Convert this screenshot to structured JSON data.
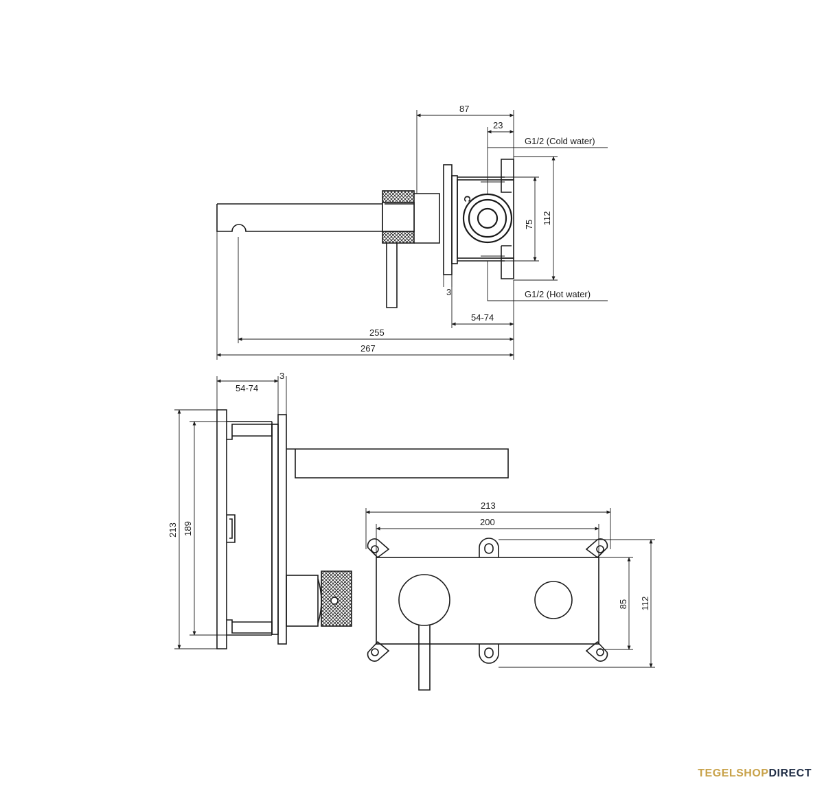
{
  "top_view": {
    "dim_87": "87",
    "dim_23": "23",
    "cold_label": "G1/2 (Cold water)",
    "c_mark": "C",
    "dim_75": "75",
    "dim_112": "112",
    "dim_3": "3",
    "hot_label": "G1/2 (Hot water)",
    "dim_54_74": "54-74",
    "dim_255": "255",
    "dim_267": "267"
  },
  "side_view": {
    "dim_54_74": "54-74",
    "dim_3": "3",
    "dim_213": "213",
    "dim_189": "189"
  },
  "front_view": {
    "dim_213": "213",
    "dim_200": "200",
    "dim_85": "85",
    "dim_112": "112"
  },
  "brand": {
    "part1": "TEGELSHOP",
    "part2": "DIRECT",
    "color_gold": "#c8a24a",
    "color_navy": "#1f2c44"
  }
}
